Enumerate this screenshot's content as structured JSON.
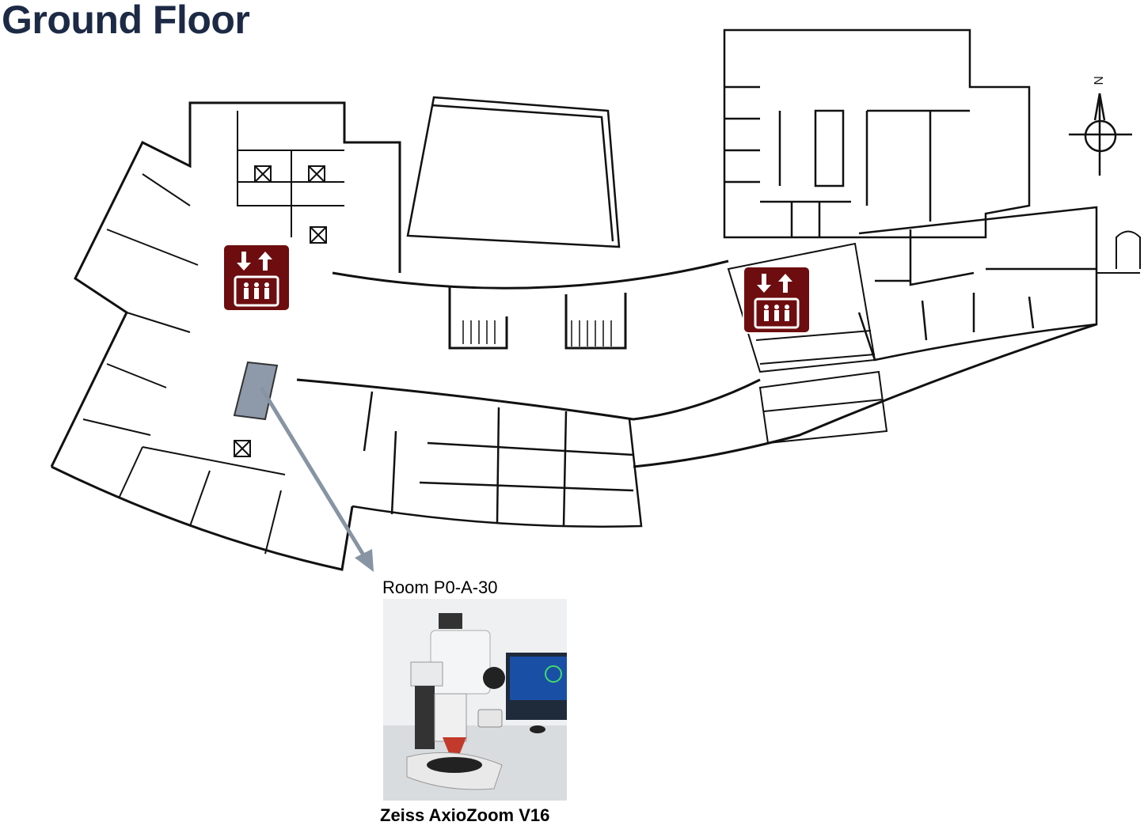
{
  "title": "Ground Floor",
  "compass": {
    "label": "N",
    "icon": "north-arrow-icon"
  },
  "highlighted_room": {
    "label": "Room P0-A-30",
    "color": "#8e9aaa"
  },
  "equipment": {
    "name": "Zeiss AxioZoom V16",
    "image": "microscope-photo"
  },
  "elevators": [
    {
      "icon": "elevator-icon",
      "color": "#6d0d0f"
    },
    {
      "icon": "elevator-icon",
      "color": "#6d0d0f"
    }
  ]
}
